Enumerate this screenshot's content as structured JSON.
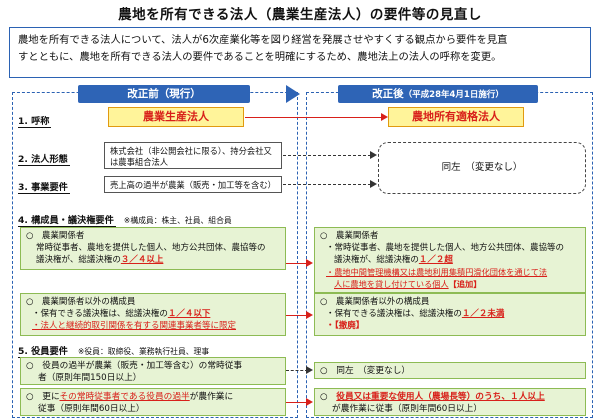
{
  "title": "農地を所有できる法人（農業生産法人）の要件等の見直し",
  "intro": {
    "line1": "農地を所有できる法人について、法人が6次産業化等を図り経営を発展させやすくする観点から要件を見直",
    "line2": "すとともに、農地を所有できる法人の要件であることを明確にするため、農地法上の法人の呼称を変更。"
  },
  "before": {
    "label": "改正前（現行）"
  },
  "after": {
    "label": "改正後",
    "date": "（平成28年4月1日施行）"
  },
  "sections": {
    "name": {
      "label": "1. 呼称",
      "before": "農業生産法人",
      "after": "農地所有適格法人"
    },
    "form": {
      "label": "2. 法人形態",
      "before_line1": "株式会社（非公開会社に限る）、持分会社又",
      "before_line2": "は農事組合法人"
    },
    "business": {
      "label": "3. 事業要件",
      "before": "売上高の過半が農業（販売・加工等を含む）"
    },
    "same_no_change": "同左　（変更なし）",
    "members": {
      "label": "4. 構成員・議決権要件",
      "note": "※構成員：株主、社員、組合員",
      "before_farm": {
        "title": "○　農業関係者",
        "line1": "常時従事者、農地を提供した個人、地方公共団体、農協等の",
        "line2": "議決権が、総議決権の",
        "value": "３／４以上"
      },
      "after_farm": {
        "title": "○　農業関係者",
        "line1": "・常時従事者、農地を提供した個人、地方公共団体、農協等の",
        "line2": "議決権が、総議決権の",
        "value": "１／２超",
        "line3": "・農地中間管理機構又は農地利用集積円滑化団体を通じて法",
        "line4": "人に農地を貸し付けている個人",
        "added": "【追加】"
      },
      "before_other": {
        "title": "○　農業関係者以外の構成員",
        "line1": "・保有できる議決権は、総議決権の",
        "value": "１／４以下",
        "line2": "・法人と継続的取引関係を有する関連事業者等に限定"
      },
      "after_other": {
        "title": "○　農業関係者以外の構成員",
        "line1": "・保有できる議決権は、総議決権の",
        "value": "１／２未満",
        "removed": "・【撤廃】"
      }
    },
    "officers": {
      "label": "5. 役員要件",
      "note": "※役員：取締役、業務執行社員、理事",
      "before1": {
        "line1": "○　役員の過半が農業（販売・加工等含む）の常時従事",
        "line2": "者（原則年間150日以上）"
      },
      "before2": {
        "prefix": "○　更に",
        "red": "その常時従事者である役員の過半",
        "suffix": "が農作業に",
        "line2": "従事（原則年間60日以上）"
      },
      "after1": "○　同左　（変更なし）",
      "after2": {
        "prefix": "○　",
        "red": "役員又は重要な使用人（農場長等）のうち、１人以上",
        "line2": "が農作業に従事（原則年間60日以上）"
      }
    }
  }
}
